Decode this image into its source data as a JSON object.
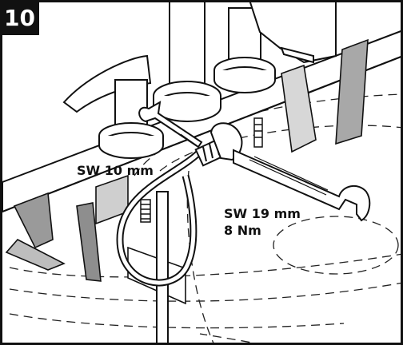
{
  "step_number": "10",
  "labels": {
    "small_wrench": "SW 10 mm",
    "large_wrench_size": "SW 19 mm",
    "torque": "8 Nm"
  }
}
